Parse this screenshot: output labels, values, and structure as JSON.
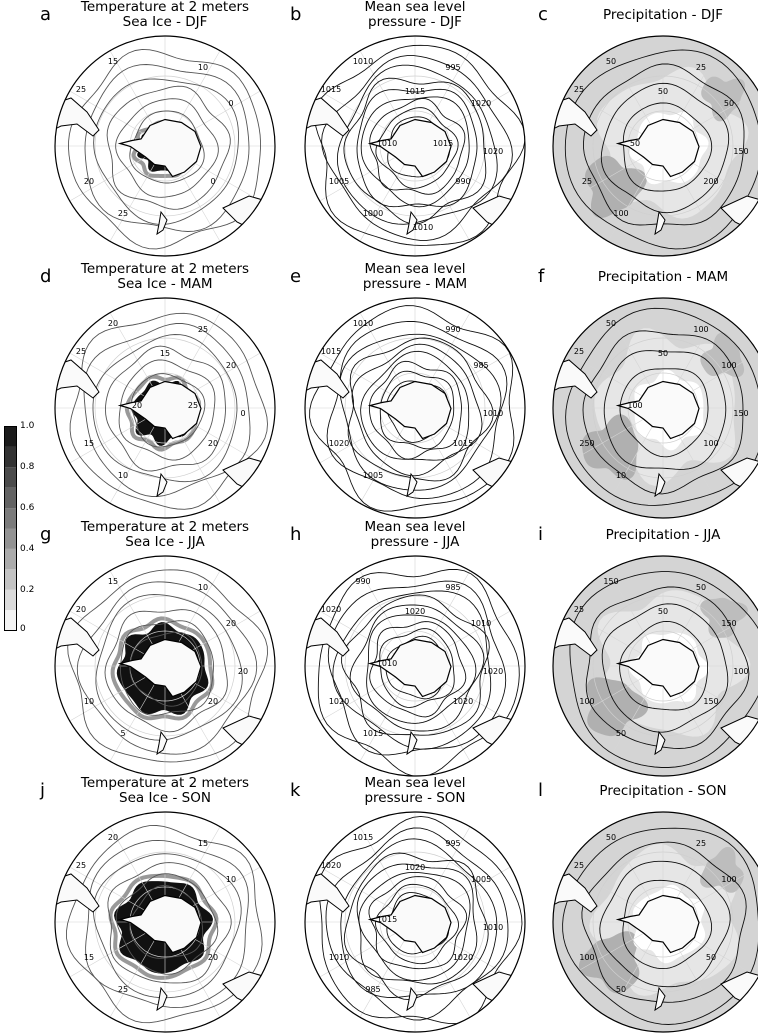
{
  "colorbar": {
    "ticks": [
      "1.0",
      "0.8",
      "0.6",
      "0.4",
      "0.2",
      "0"
    ],
    "levels": [
      0,
      0.1,
      0.2,
      0.3,
      0.4,
      0.5,
      0.6,
      0.7,
      0.8,
      0.9,
      1.0
    ]
  },
  "panels": [
    {
      "id": "a",
      "letter": "a",
      "title1": "Temperature at 2 meters",
      "title2": "Sea Ice - DJF",
      "kind": "temp",
      "season": "DJF",
      "labels": [
        "25",
        "15",
        "10",
        "0",
        "20",
        "25",
        "0"
      ]
    },
    {
      "id": "b",
      "letter": "b",
      "title1": "Mean sea level",
      "title2": "pressure - DJF",
      "kind": "mslp",
      "season": "DJF",
      "labels": [
        "1015",
        "1010",
        "995",
        "1020",
        "1005",
        "1000",
        "990",
        "1020",
        "1015",
        "1010",
        "1015",
        "1010"
      ]
    },
    {
      "id": "c",
      "letter": "c",
      "title1": "",
      "title2": "Precipitation - DJF",
      "kind": "precip",
      "season": "DJF",
      "labels": [
        "25",
        "50",
        "25",
        "50",
        "25",
        "100",
        "200",
        "150",
        "50",
        "50"
      ]
    },
    {
      "id": "d",
      "letter": "d",
      "title1": "Temperature at 2 meters",
      "title2": "Sea Ice - MAM",
      "kind": "temp",
      "season": "MAM",
      "labels": [
        "25",
        "20",
        "25",
        "20",
        "15",
        "10",
        "20",
        "0",
        "15",
        "20",
        "25"
      ]
    },
    {
      "id": "e",
      "letter": "e",
      "title1": "Mean sea level",
      "title2": "pressure - MAM",
      "kind": "mslp",
      "season": "MAM",
      "labels": [
        "1015",
        "1010",
        "990",
        "985",
        "1020",
        "1005",
        "1015",
        "1010"
      ]
    },
    {
      "id": "f",
      "letter": "f",
      "title1": "",
      "title2": "Precipitation - MAM",
      "kind": "precip",
      "season": "MAM",
      "labels": [
        "25",
        "50",
        "100",
        "100",
        "250",
        "10",
        "100",
        "150",
        "50",
        "100"
      ]
    },
    {
      "id": "g",
      "letter": "g",
      "title1": "Temperature at 2 meters",
      "title2": "Sea Ice - JJA",
      "kind": "temp",
      "season": "JJA",
      "labels": [
        "20",
        "15",
        "10",
        "20",
        "10",
        "5",
        "20",
        "20"
      ]
    },
    {
      "id": "h",
      "letter": "h",
      "title1": "Mean sea level",
      "title2": "pressure - JJA",
      "kind": "mslp",
      "season": "JJA",
      "labels": [
        "1020",
        "990",
        "985",
        "1010",
        "1020",
        "1015",
        "1020",
        "1020",
        "1020",
        "1010"
      ]
    },
    {
      "id": "i",
      "letter": "i",
      "title1": "",
      "title2": "Precipitation - JJA",
      "kind": "precip",
      "season": "JJA",
      "labels": [
        "25",
        "150",
        "50",
        "150",
        "100",
        "50",
        "150",
        "100",
        "50"
      ]
    },
    {
      "id": "j",
      "letter": "j",
      "title1": "Temperature at 2 meters",
      "title2": "Sea Ice - SON",
      "kind": "temp",
      "season": "SON",
      "labels": [
        "25",
        "20",
        "15",
        "10",
        "15",
        "25",
        "20"
      ]
    },
    {
      "id": "k",
      "letter": "k",
      "title1": "Mean sea level",
      "title2": "pressure - SON",
      "kind": "mslp",
      "season": "SON",
      "labels": [
        "1020",
        "1015",
        "995",
        "1005",
        "1010",
        "985",
        "1020",
        "1010",
        "1020",
        "1015"
      ]
    },
    {
      "id": "l",
      "letter": "l",
      "title1": "",
      "title2": "Precipitation - SON",
      "kind": "precip",
      "season": "SON",
      "labels": [
        "25",
        "50",
        "25",
        "100",
        "100",
        "50",
        "50"
      ]
    }
  ]
}
